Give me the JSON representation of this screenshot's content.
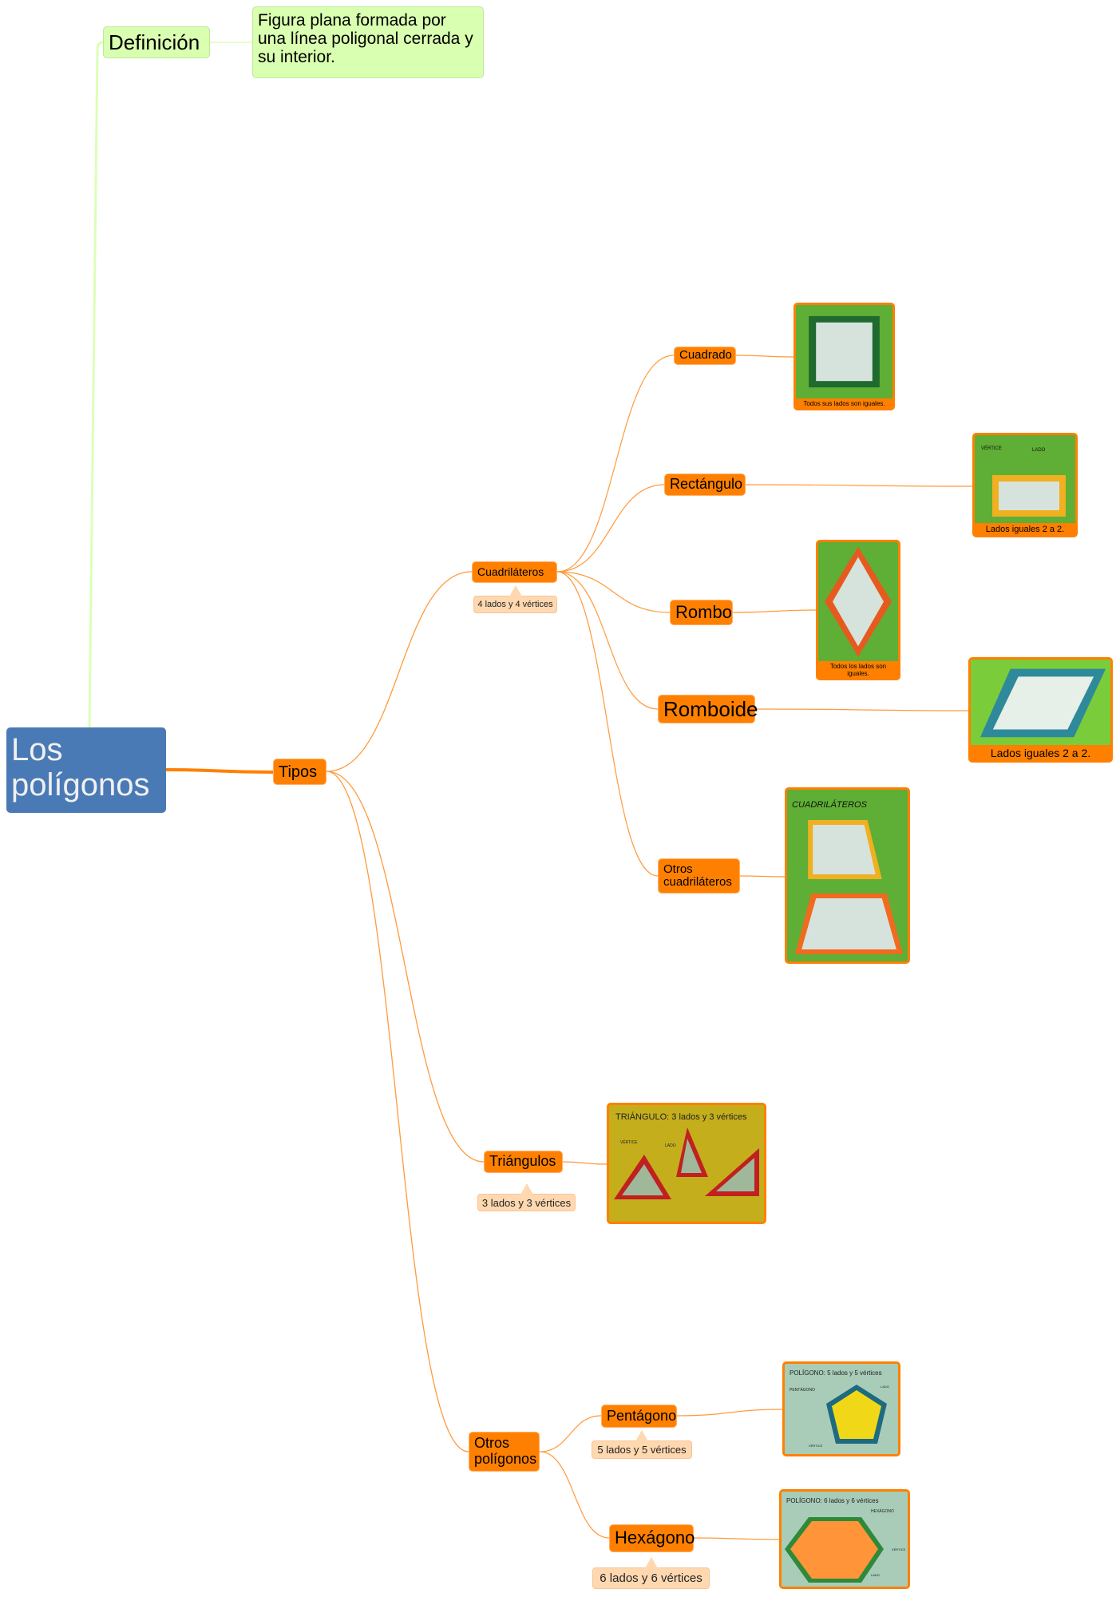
{
  "root": {
    "label": "Los polígonos",
    "color": "#4a7ab5"
  },
  "definition": {
    "label": "Definición",
    "text": "Figura plana formada por una línea poligonal cerrada y su interior."
  },
  "tipos": {
    "label": "Tipos"
  },
  "cuadrilateros": {
    "label": "Cuadriláteros",
    "note": "4 lados y 4 vértices",
    "children": [
      {
        "label": "Cuadrado",
        "caption": "Todos sus lados son iguales."
      },
      {
        "label": "Rectángulo",
        "caption": "Lados iguales 2 a 2.",
        "photo_labels": [
          "VÉRTICE",
          "LADO"
        ]
      },
      {
        "label": "Rombo",
        "caption": "Todos los lados son iguales."
      },
      {
        "label": "Romboide",
        "caption": "Lados iguales 2 a 2."
      },
      {
        "label": "Otros cuadriláteros",
        "photo_title": "CUADRILÁTEROS"
      }
    ]
  },
  "triangulos": {
    "label": "Triángulos",
    "note": "3 lados y 3 vértices",
    "photo_title": "TRIÁNGULO: 3 lados y 3 vértices",
    "photo_labels": [
      "VÉRTICE",
      "LADO"
    ]
  },
  "otros_poligonos": {
    "label": "Otros polígonos",
    "children": [
      {
        "label": "Pentágono",
        "note": "5 lados y 5 vértices",
        "photo_title": "POLÍGONO: 5 lados y 5 vértices",
        "photo_labels": [
          "PENTÁGONO",
          "LADO",
          "VÉRTICE"
        ]
      },
      {
        "label": "Hexágono",
        "note": "6 lados y 6 vértices",
        "photo_title": "POLÍGONO: 6 lados y 6 vértices",
        "photo_labels": [
          "HEXÁGONO",
          "VÉRTICE",
          "LADO"
        ]
      }
    ]
  },
  "colors": {
    "branch": "#ff8000",
    "link": "#ff9a3c",
    "definition": "#d9ffb0",
    "def_link": "#dcffb8"
  }
}
